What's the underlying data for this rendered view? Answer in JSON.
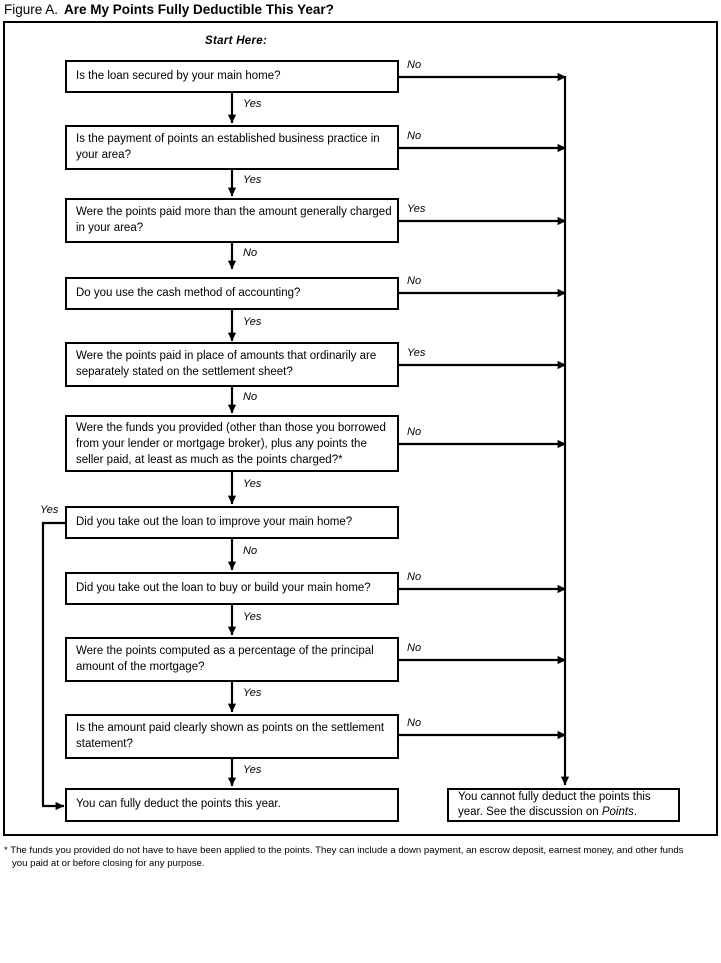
{
  "figure": {
    "label": "Figure A.",
    "title": "Are My Points Fully Deductible This Year?"
  },
  "start_label": "Start Here:",
  "edge_labels": {
    "yes": "Yes",
    "no": "No"
  },
  "nodes": [
    {
      "id": "q1",
      "text": "Is the loan secured by your main home?"
    },
    {
      "id": "q2",
      "text": "Is the payment of points an established business practice in your area?"
    },
    {
      "id": "q3",
      "text": "Were the points paid more than the amount generally charged in your area?"
    },
    {
      "id": "q4",
      "text": "Do you use the cash method of accounting?"
    },
    {
      "id": "q5",
      "text": "Were the points paid in place of amounts that ordinarily are separately stated on the settlement sheet?"
    },
    {
      "id": "q6",
      "text": "Were the funds you provided (other than those you borrowed from your lender or mortgage broker), plus any points the seller paid, at least as much as the points charged?*"
    },
    {
      "id": "q7",
      "text": "Did you take out the loan to improve your main home?"
    },
    {
      "id": "q8",
      "text": "Did you take out the loan to buy or build your main home?"
    },
    {
      "id": "q9",
      "text": "Were the points computed as a percentage of the principal amount of the mortgage?"
    },
    {
      "id": "q10",
      "text": "Is the amount paid clearly shown as points on the settlement statement?"
    }
  ],
  "outcomes": {
    "deductible": "You can fully deduct the points this year.",
    "not_deductible_line1": "You cannot fully deduct the points this",
    "not_deductible_line2_a": "year. See the discussion on ",
    "not_deductible_line2_italic": "Points",
    "not_deductible_line2_b": "."
  },
  "branch_labels": {
    "q1_side": "No",
    "q1_down": "Yes",
    "q2_side": "No",
    "q2_down": "Yes",
    "q3_side": "Yes",
    "q3_down": "No",
    "q4_side": "No",
    "q4_down": "Yes",
    "q5_side": "Yes",
    "q5_down": "No",
    "q6_side": "No",
    "q6_down": "Yes",
    "q7_side": "Yes",
    "q7_down": "No",
    "q8_side": "No",
    "q8_down": "Yes",
    "q9_side": "No",
    "q9_down": "Yes",
    "q10_side": "No",
    "q10_down": "Yes"
  },
  "footnote": {
    "line1": "* The funds you provided do not have to have been applied to the points. They can include a down payment, an escrow deposit, earnest money, and other funds",
    "line2": "you paid at or before closing for any purpose."
  },
  "colors": {
    "ink": "#000000",
    "paper": "#ffffff"
  }
}
